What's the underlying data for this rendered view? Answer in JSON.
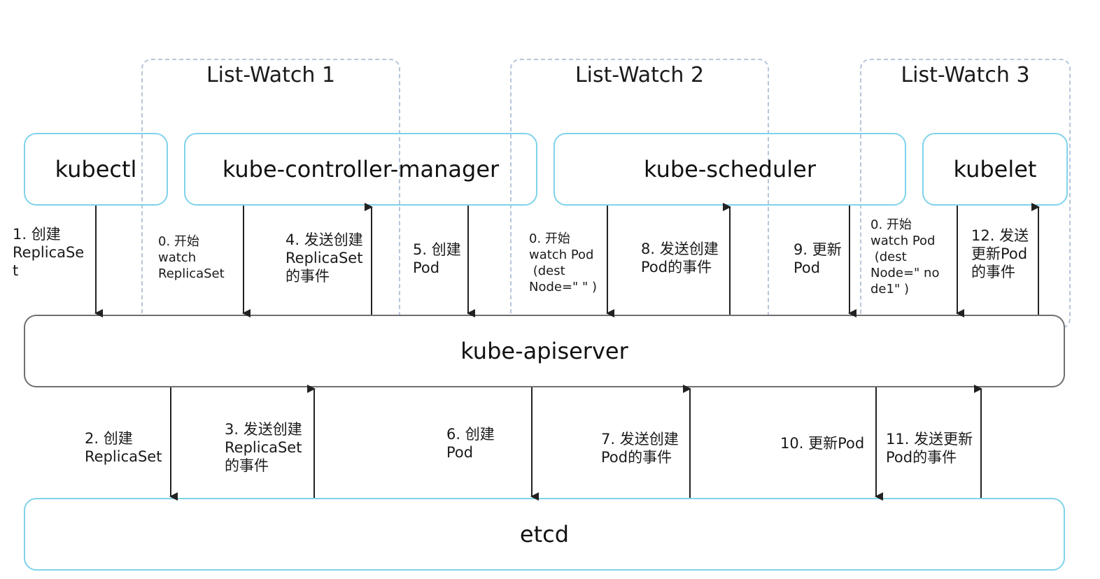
{
  "groups": [
    {
      "id": "lw1",
      "title": "List-Watch 1"
    },
    {
      "id": "lw2",
      "title": "List-Watch 2"
    },
    {
      "id": "lw3",
      "title": "List-Watch 3"
    }
  ],
  "components": {
    "kubectl": "kubectl",
    "controller_manager": "kube-controller-manager",
    "scheduler": "kube-scheduler",
    "kubelet": "kubelet",
    "apiserver": "kube-apiserver",
    "etcd": "etcd"
  },
  "steps": {
    "s1": "1. 创建\nReplicaSe\nt",
    "s0_rs": "0. 开始\nwatch\nReplicaSet",
    "s4": "4. 发送创建\nReplicaSet\n的事件",
    "s5": "5. 创建\nPod",
    "s0_pod_sched": "0. 开始\nwatch Pod\n (dest\nNode=\" \" )",
    "s8": "8. 发送创建\nPod的事件",
    "s9": "9. 更新\nPod",
    "s0_pod_kubelet": "0. 开始\nwatch Pod\n (dest\nNode=\" no\nde1\" )",
    "s12": "12. 发送\n更新Pod\n的事件",
    "s2": "2. 创建\nReplicaSet",
    "s3": "3. 发送创建\nReplicaSet\n的事件",
    "s6": "6. 创建\nPod",
    "s7": "7. 发送创建\nPod的事件",
    "s10": "10. 更新Pod",
    "s11": "11. 发送更新\nPod的事件"
  }
}
